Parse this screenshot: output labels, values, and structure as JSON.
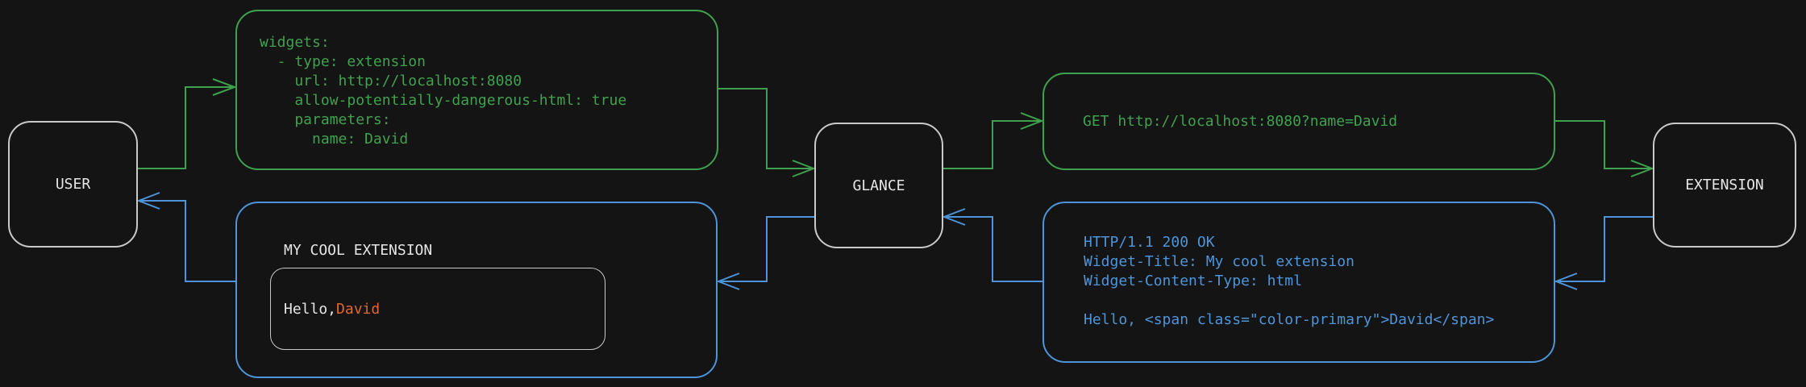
{
  "colors": {
    "bg": "#141414",
    "green": "#3fa14e",
    "blue": "#4d94d9",
    "orange": "#e2672d",
    "white_border": "#c9c9c9",
    "text": "#e6e6e6"
  },
  "nodes": {
    "user": {
      "label": "USER"
    },
    "glance": {
      "label": "GLANCE"
    },
    "extension": {
      "label": "EXTENSION"
    }
  },
  "config_box": {
    "code": "widgets:\n  - type: extension\n    url: http://localhost:8080\n    allow-potentially-dangerous-html: true\n    parameters:\n      name: David"
  },
  "request_box": {
    "text": "GET http://localhost:8080?name=David"
  },
  "response_box": {
    "code": "HTTP/1.1 200 OK\nWidget-Title: My cool extension\nWidget-Content-Type: html\n\nHello, <span class=\"color-primary\">David</span>"
  },
  "widget_preview": {
    "title": "MY COOL EXTENSION",
    "greeting_prefix": "Hello, ",
    "greeting_name": "David"
  }
}
